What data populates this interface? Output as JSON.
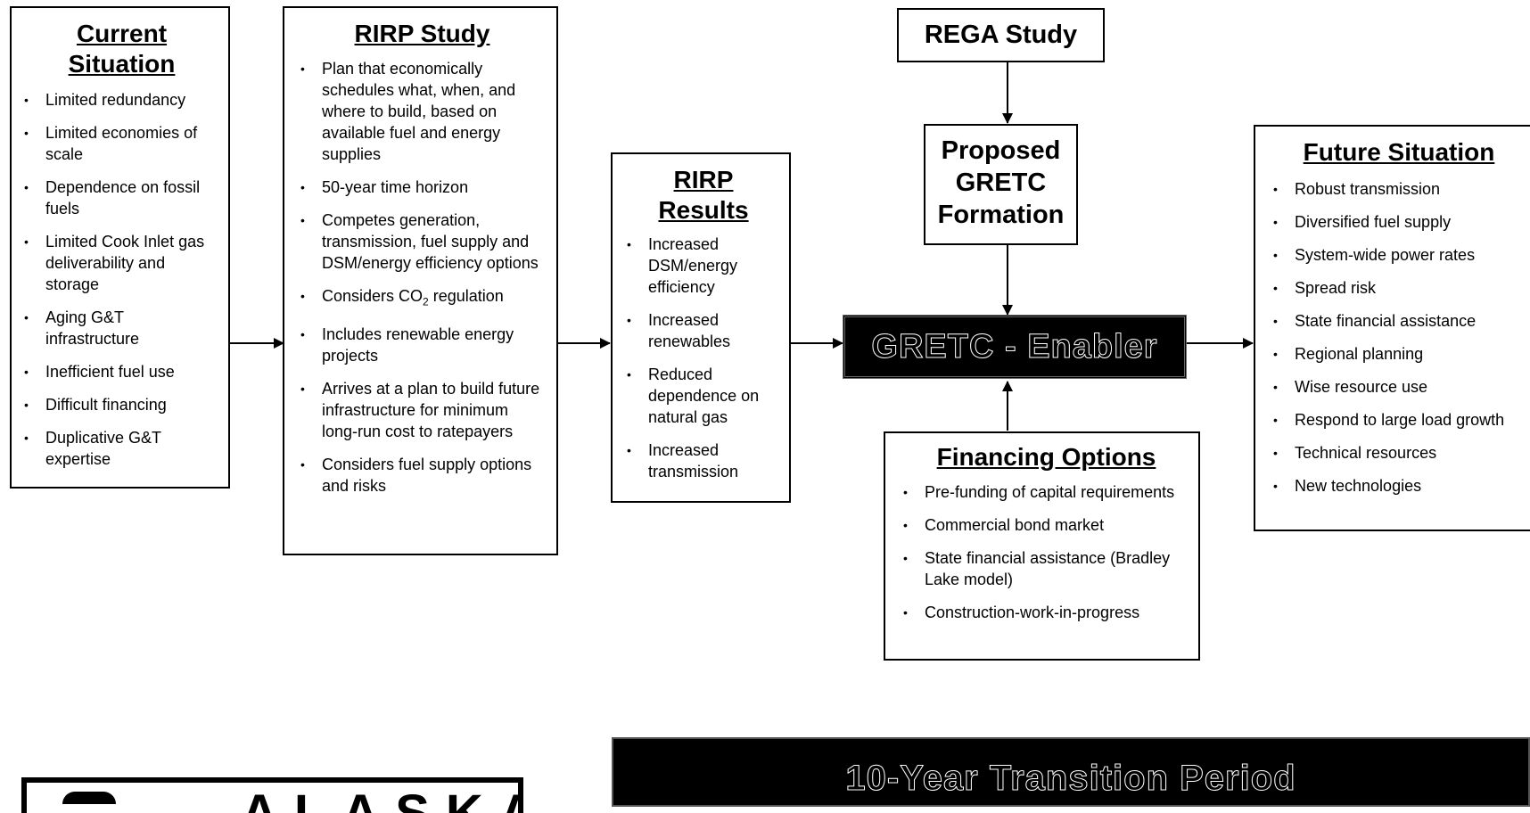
{
  "current": {
    "title_line1": "Current",
    "title_line2": "Situation",
    "items": [
      "Limited redundancy",
      "Limited economies of scale",
      "Dependence on fossil fuels",
      "Limited Cook Inlet gas deliverability and storage",
      "Aging G&T infrastructure",
      "Inefficient fuel use",
      "Difficult financing",
      "Duplicative G&T expertise"
    ]
  },
  "rirp_study": {
    "title": "RIRP Study",
    "items": [
      "Plan that economically schedules what, when, and where to build, based on available fuel and energy supplies",
      "50-year time horizon",
      "Competes generation, transmission, fuel supply and DSM/energy efficiency options",
      "Includes renewable energy projects",
      "Arrives at a plan to build future infrastructure for minimum long-run cost to ratepayers",
      "Considers fuel supply options and risks"
    ],
    "co2_prefix": "Considers CO",
    "co2_sub": "2",
    "co2_suffix": " regulation"
  },
  "rirp_results": {
    "title_line1": "RIRP",
    "title_line2": "Results",
    "items": [
      "Increased DSM/energy efficiency",
      "Increased renewables",
      "Reduced dependence on natural gas",
      "Increased transmission"
    ]
  },
  "rega": {
    "title": "REGA Study"
  },
  "proposed": {
    "line1": "Proposed",
    "line2": "GRETC",
    "line3": "Formation"
  },
  "enabler": {
    "label": "GRETC - Enabler"
  },
  "financing": {
    "title": "Financing Options",
    "items": [
      "Pre-funding of capital requirements",
      "Commercial bond market",
      "State financial assistance (Bradley Lake model)",
      "Construction-work-in-progress"
    ]
  },
  "future": {
    "title": "Future Situation",
    "items": [
      "Robust transmission",
      "Diversified fuel supply",
      "System-wide power rates",
      "Spread risk",
      "State financial assistance",
      "Regional planning",
      "Wise resource use",
      "Respond to large load growth",
      "Technical resources",
      "New technologies"
    ]
  },
  "transition": {
    "label": "10-Year Transition Period"
  },
  "logo": {
    "text": "ALASKA"
  }
}
